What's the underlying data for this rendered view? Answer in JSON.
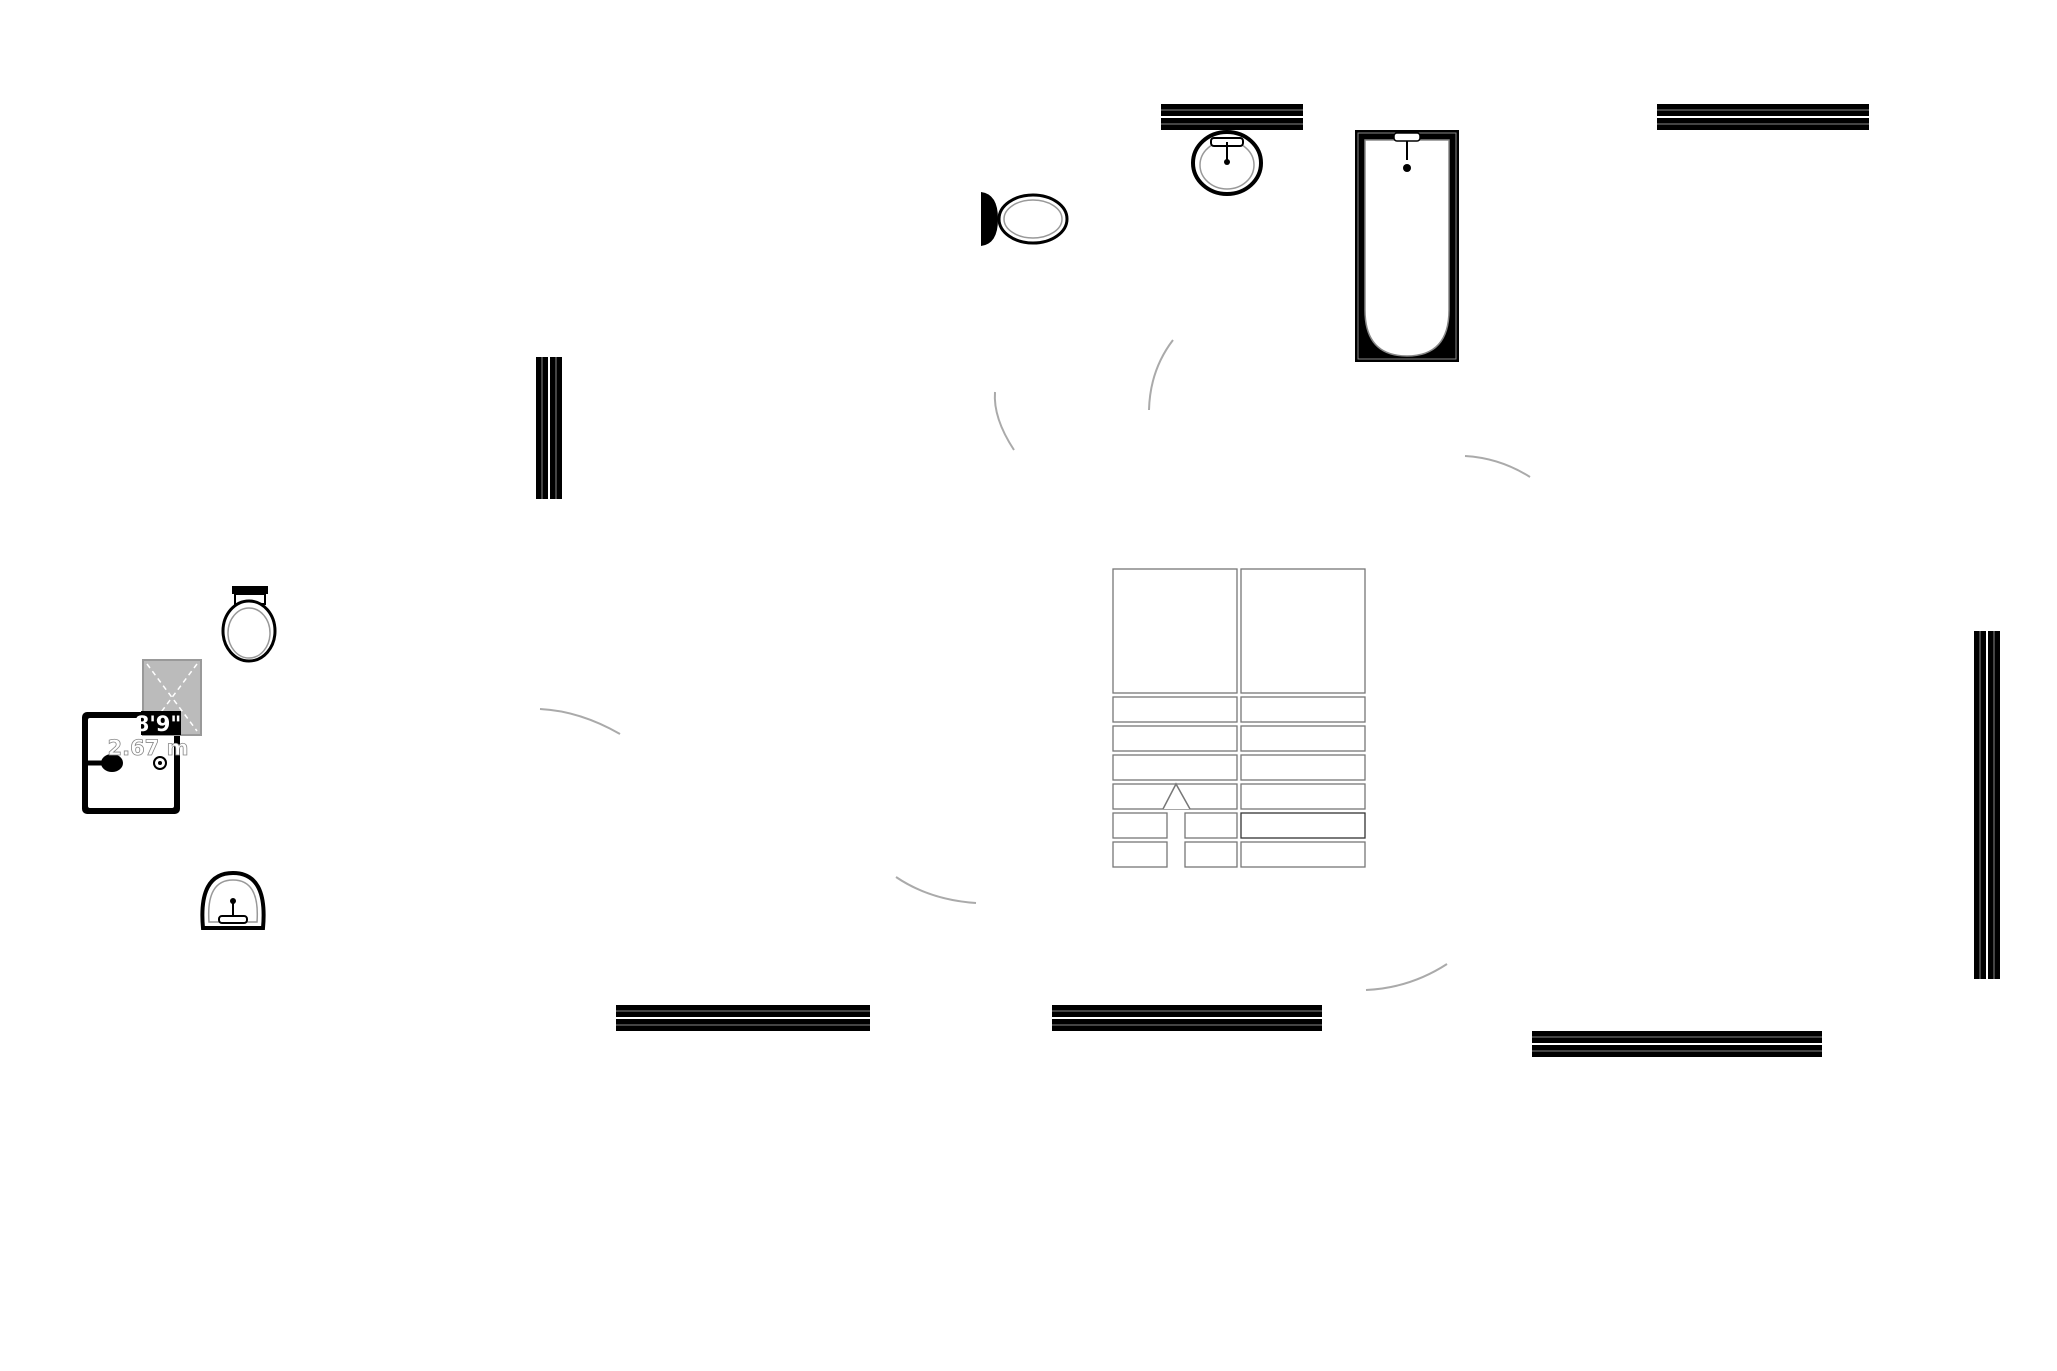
{
  "canvas": {
    "background": "#ffffff",
    "wall_color": "#000000",
    "fixture_outline": "#888888",
    "door_arc_color": "#aaaaaa",
    "stair_line_color": "#777777"
  },
  "walls": [
    {
      "id": "top-center"
    },
    {
      "id": "top-right"
    },
    {
      "id": "left-vertical"
    },
    {
      "id": "right-vertical"
    },
    {
      "id": "bottom-left"
    },
    {
      "id": "bottom-center"
    },
    {
      "id": "bottom-right"
    }
  ],
  "fixtures": {
    "toilets": [
      "toilet-top",
      "toilet-left"
    ],
    "sinks": [
      "sink-top",
      "sink-left"
    ],
    "bathtub": "bathtub",
    "shower": "shower"
  },
  "door_swings": [
    "door-1",
    "door-2",
    "door-3",
    "door-4",
    "door-5",
    "door-6"
  ],
  "staircase": {
    "direction": "up",
    "tread_rows": 6
  },
  "dimension_label": {
    "imperial": "8'9\"",
    "metric": "2.67 m"
  }
}
